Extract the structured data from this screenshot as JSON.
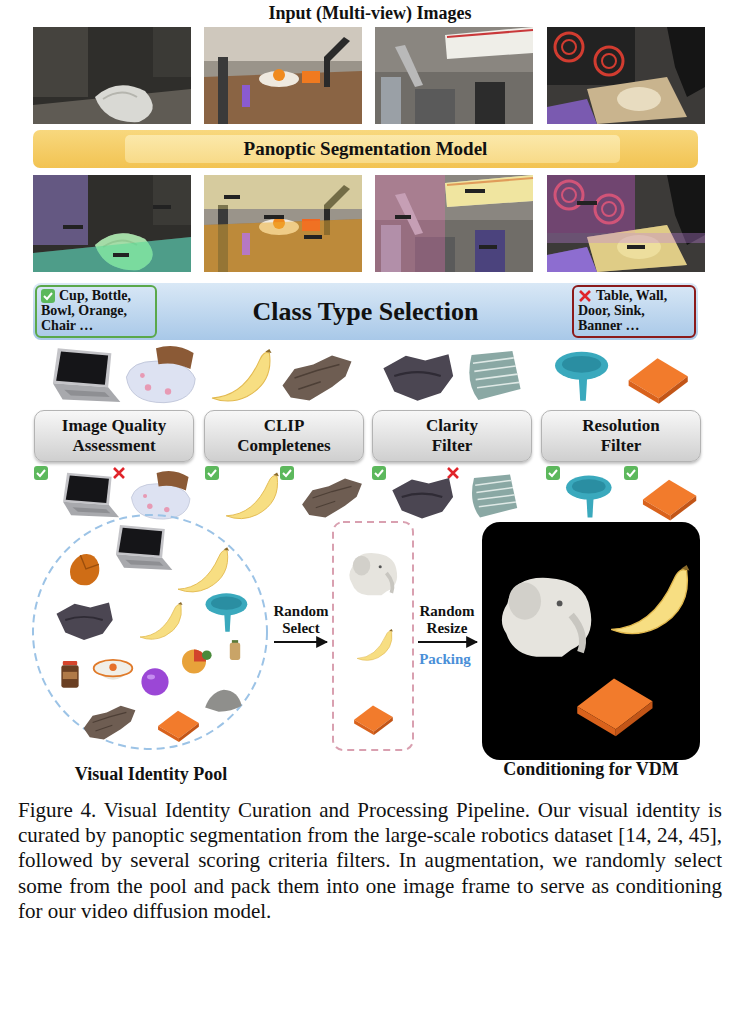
{
  "diagram": {
    "title": "Input (Multi-view) Images",
    "caption": "Figure 4. Visual Identity Curation and Processing Pipeline. Our visual identity is curated by panoptic segmentation from the large-scale robotics dataset [14, 24, 45], followed by several scoring criteria filters. In augmentation, we randomly select some from the pool and pack them into one image frame to serve as conditioning for our video diffusion model.",
    "nodes": [
      {
        "text": [
          "Panoptic Segmentation Model"
        ]
      },
      {
        "text": [
          "Class Type Selection"
        ]
      },
      {
        "text": [
          "Cup, Bottle, Bowl, Orange, Chair …"
        ],
        "in": 1
      },
      {
        "text": [
          "Table, Wall, Door, Sink, Banner …"
        ],
        "in": 1
      },
      {
        "text": [
          "Image Quality Assessment"
        ]
      },
      {
        "text": [
          "CLIP Completenes"
        ]
      },
      {
        "text": [
          "Clarity Filter"
        ]
      },
      {
        "text": [
          "Resolution Filter"
        ]
      },
      {
        "text": [
          "Visual Identity Pool"
        ]
      },
      {
        "text": [
          "Conditioning for VDM"
        ]
      }
    ],
    "labels": [
      "Random Select",
      "Random Resize",
      "Packing"
    ]
  }
}
